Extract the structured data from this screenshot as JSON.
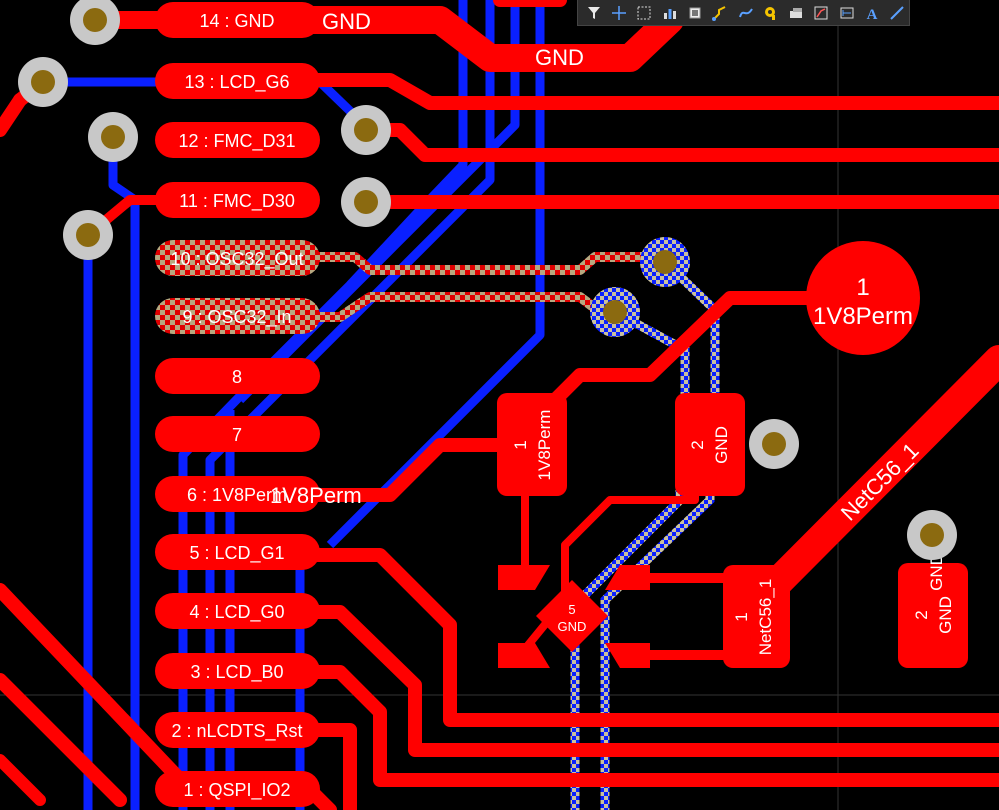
{
  "pads": {
    "p14": "14 : GND",
    "p13": "13 : LCD_G6",
    "p12": "12 : FMC_D31",
    "p11": "11 : FMC_D30",
    "p10": "10 : OSC32_Out",
    "p9": "9 : OSC32_In",
    "p8": "8",
    "p7": "7",
    "p6": "6 : 1V8Perm",
    "p5": "5 : LCD_G1",
    "p4": "4 : LCD_G0",
    "p3": "3 : LCD_B0",
    "p2": "2 : nLCDTS_Rst",
    "p1": "1 : QSPI_IO2"
  },
  "nets": {
    "gnd_top": "GND",
    "gnd_right": "GND",
    "vperm_trace": "1V8Perm",
    "netc56_trace": "NetC56_1"
  },
  "components": {
    "round_pad_num": "1",
    "round_pad_net": "1V8Perm",
    "cap_left_num": "1",
    "cap_left_net": "1V8Perm",
    "cap_right_num": "2",
    "cap_right_net": "GND",
    "diamond_num": "5",
    "diamond_net": "GND",
    "netc_pad_num": "1",
    "netc_pad_net": "NetC56_1",
    "far_pad_num": "2",
    "far_pad_net": "GND",
    "far_pad_net2": "GND"
  },
  "toolbar": {
    "icons": [
      "filter-icon",
      "crosshair-icon",
      "select-rect-icon",
      "chart-icon",
      "component-icon",
      "route-icon",
      "interactive-route-icon",
      "via-icon",
      "fill-icon",
      "polygon-icon",
      "dimension-icon",
      "text-icon",
      "line-icon"
    ]
  },
  "colors": {
    "top_layer": "#ff0000",
    "bottom_layer": "#0a20ff",
    "via_ring": "#c8c8c8",
    "via_hole": "#8b6a10",
    "background": "#000000"
  }
}
